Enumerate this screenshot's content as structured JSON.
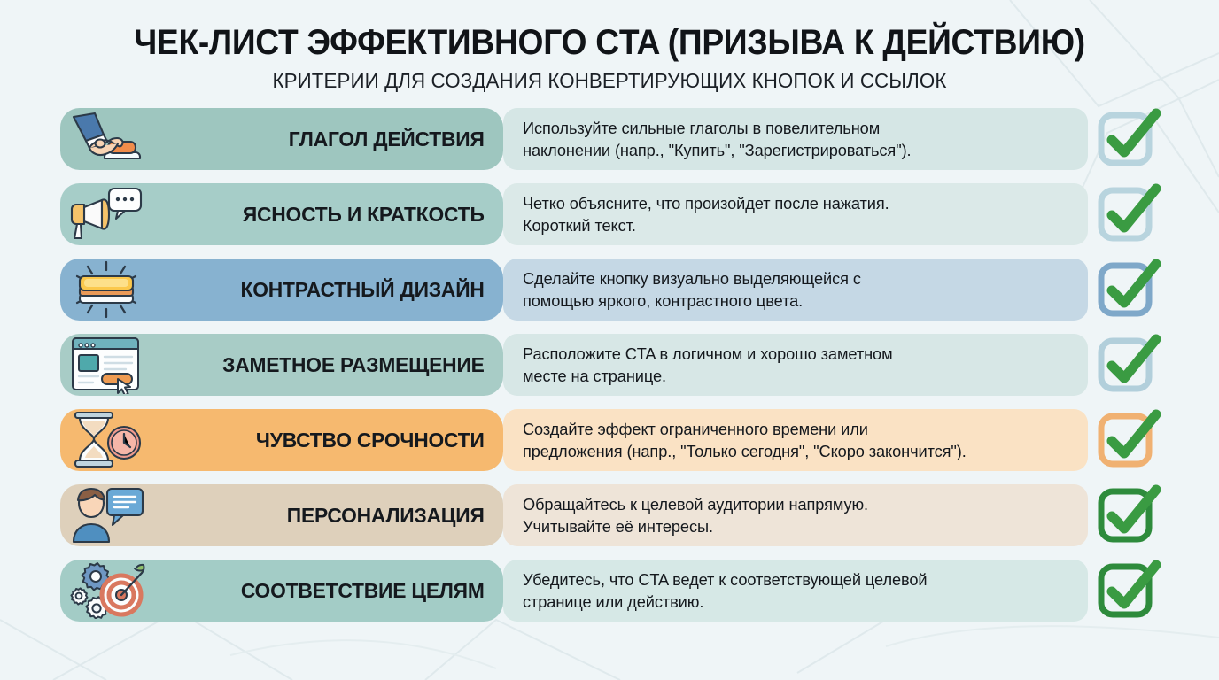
{
  "header": {
    "title": "ЧЕК-ЛИСТ ЭФФЕКТИВНОГО CTA (ПРИЗЫВА К ДЕЙСТВИЮ)",
    "subtitle": "КРИТЕРИИ ДЛЯ СОЗДАНИЯ КОНВЕРТИРУЮЩИХ КНОПОК И ССЫЛОК"
  },
  "colors": {
    "background": "#eff5f7",
    "check_mark": "#3a9b42",
    "text_dark": "#15191e"
  },
  "rows": [
    {
      "icon": "hand-pressing-button-icon",
      "label": "ГЛАГОЛ ДЕЙСТВИЯ",
      "description_line1": "Используйте сильные глаголы в повелительном",
      "description_line2": "наклонении (напр., \"Купить\", \"Зарегистрироваться\").",
      "pill_color": "#9ec6bf",
      "desc_color": "#d5e6e5",
      "check_border_color": "#b8d4de",
      "checked": true
    },
    {
      "icon": "megaphone-speech-bubble-icon",
      "label": "ЯСНОСТЬ И КРАТКОСТЬ",
      "description_line1": "Четко объясните, что произойдет после нажатия.",
      "description_line2": "Короткий текст.",
      "pill_color": "#a6cdc8",
      "desc_color": "#dbe9e8",
      "check_border_color": "#b8d4de",
      "checked": true
    },
    {
      "icon": "glowing-button-icon",
      "label": "КОНТРАСТНЫЙ ДИЗАЙН",
      "description_line1": "Сделайте кнопку визуально выделяющейся с",
      "description_line2": "помощью яркого, контрастного цвета.",
      "pill_color": "#87b2d0",
      "desc_color": "#c5d8e5",
      "check_border_color": "#7fa8c9",
      "checked": true
    },
    {
      "icon": "webpage-layout-cursor-icon",
      "label": "ЗАМЕТНОЕ РАЗМЕЩЕНИЕ",
      "description_line1": "Расположите CTA в логичном и хорошо заметном",
      "description_line2": "месте на странице.",
      "pill_color": "#a8ccc6",
      "desc_color": "#d7e7e6",
      "check_border_color": "#b2cfdb",
      "checked": true
    },
    {
      "icon": "hourglass-clock-icon",
      "label": "ЧУВСТВО СРОЧНОСТИ",
      "description_line1": "Создайте эффект ограниченного времени или",
      "description_line2": "предложения (напр., \"Только сегодня\", \"Скоро закончится\").",
      "pill_color": "#f6b96f",
      "desc_color": "#fae2c4",
      "check_border_color": "#f0b172",
      "checked": true
    },
    {
      "icon": "person-speech-bubble-icon",
      "label": "ПЕРСОНАЛИЗАЦИЯ",
      "description_line1": "Обращайтесь к целевой аудитории напрямую.",
      "description_line2": "Учитывайте её интересы.",
      "pill_color": "#ded0bb",
      "desc_color": "#eee4d8",
      "check_border_color": "#2e8b3c",
      "checked": true
    },
    {
      "icon": "gears-target-icon",
      "label": "СООТВЕТСТВИЕ ЦЕЛЯМ",
      "description_line1": "Убедитесь, что CTA ведет к соответствующей целевой",
      "description_line2": "странице или действию.",
      "pill_color": "#a3ccc6",
      "desc_color": "#d6e8e6",
      "check_border_color": "#2e8b3c",
      "checked": true
    }
  ]
}
